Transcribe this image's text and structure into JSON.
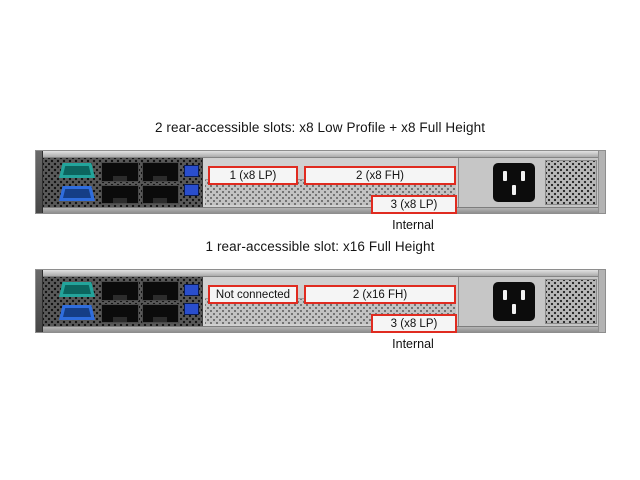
{
  "colors": {
    "highlight": "#e02b20",
    "label_background": "#f5f5f5",
    "chassis": "#c9c9c9"
  },
  "figures": [
    {
      "title": "2 rear-accessible slots: x8 Low Profile + x8 Full Height",
      "slots": [
        {
          "id": "slot-1",
          "label": "1 (x8 LP)"
        },
        {
          "id": "slot-2",
          "label": "2 (x8 FH)"
        },
        {
          "id": "slot-3",
          "label": "3 (x8 LP)"
        }
      ],
      "internal_label": "Internal"
    },
    {
      "title": "1 rear-accessible slot: x16 Full Height",
      "slots": [
        {
          "id": "slot-1",
          "label": "Not connected"
        },
        {
          "id": "slot-2",
          "label": "2 (x16 FH)"
        },
        {
          "id": "slot-3",
          "label": "3 (x8 LP)"
        }
      ],
      "internal_label": "Internal"
    }
  ]
}
